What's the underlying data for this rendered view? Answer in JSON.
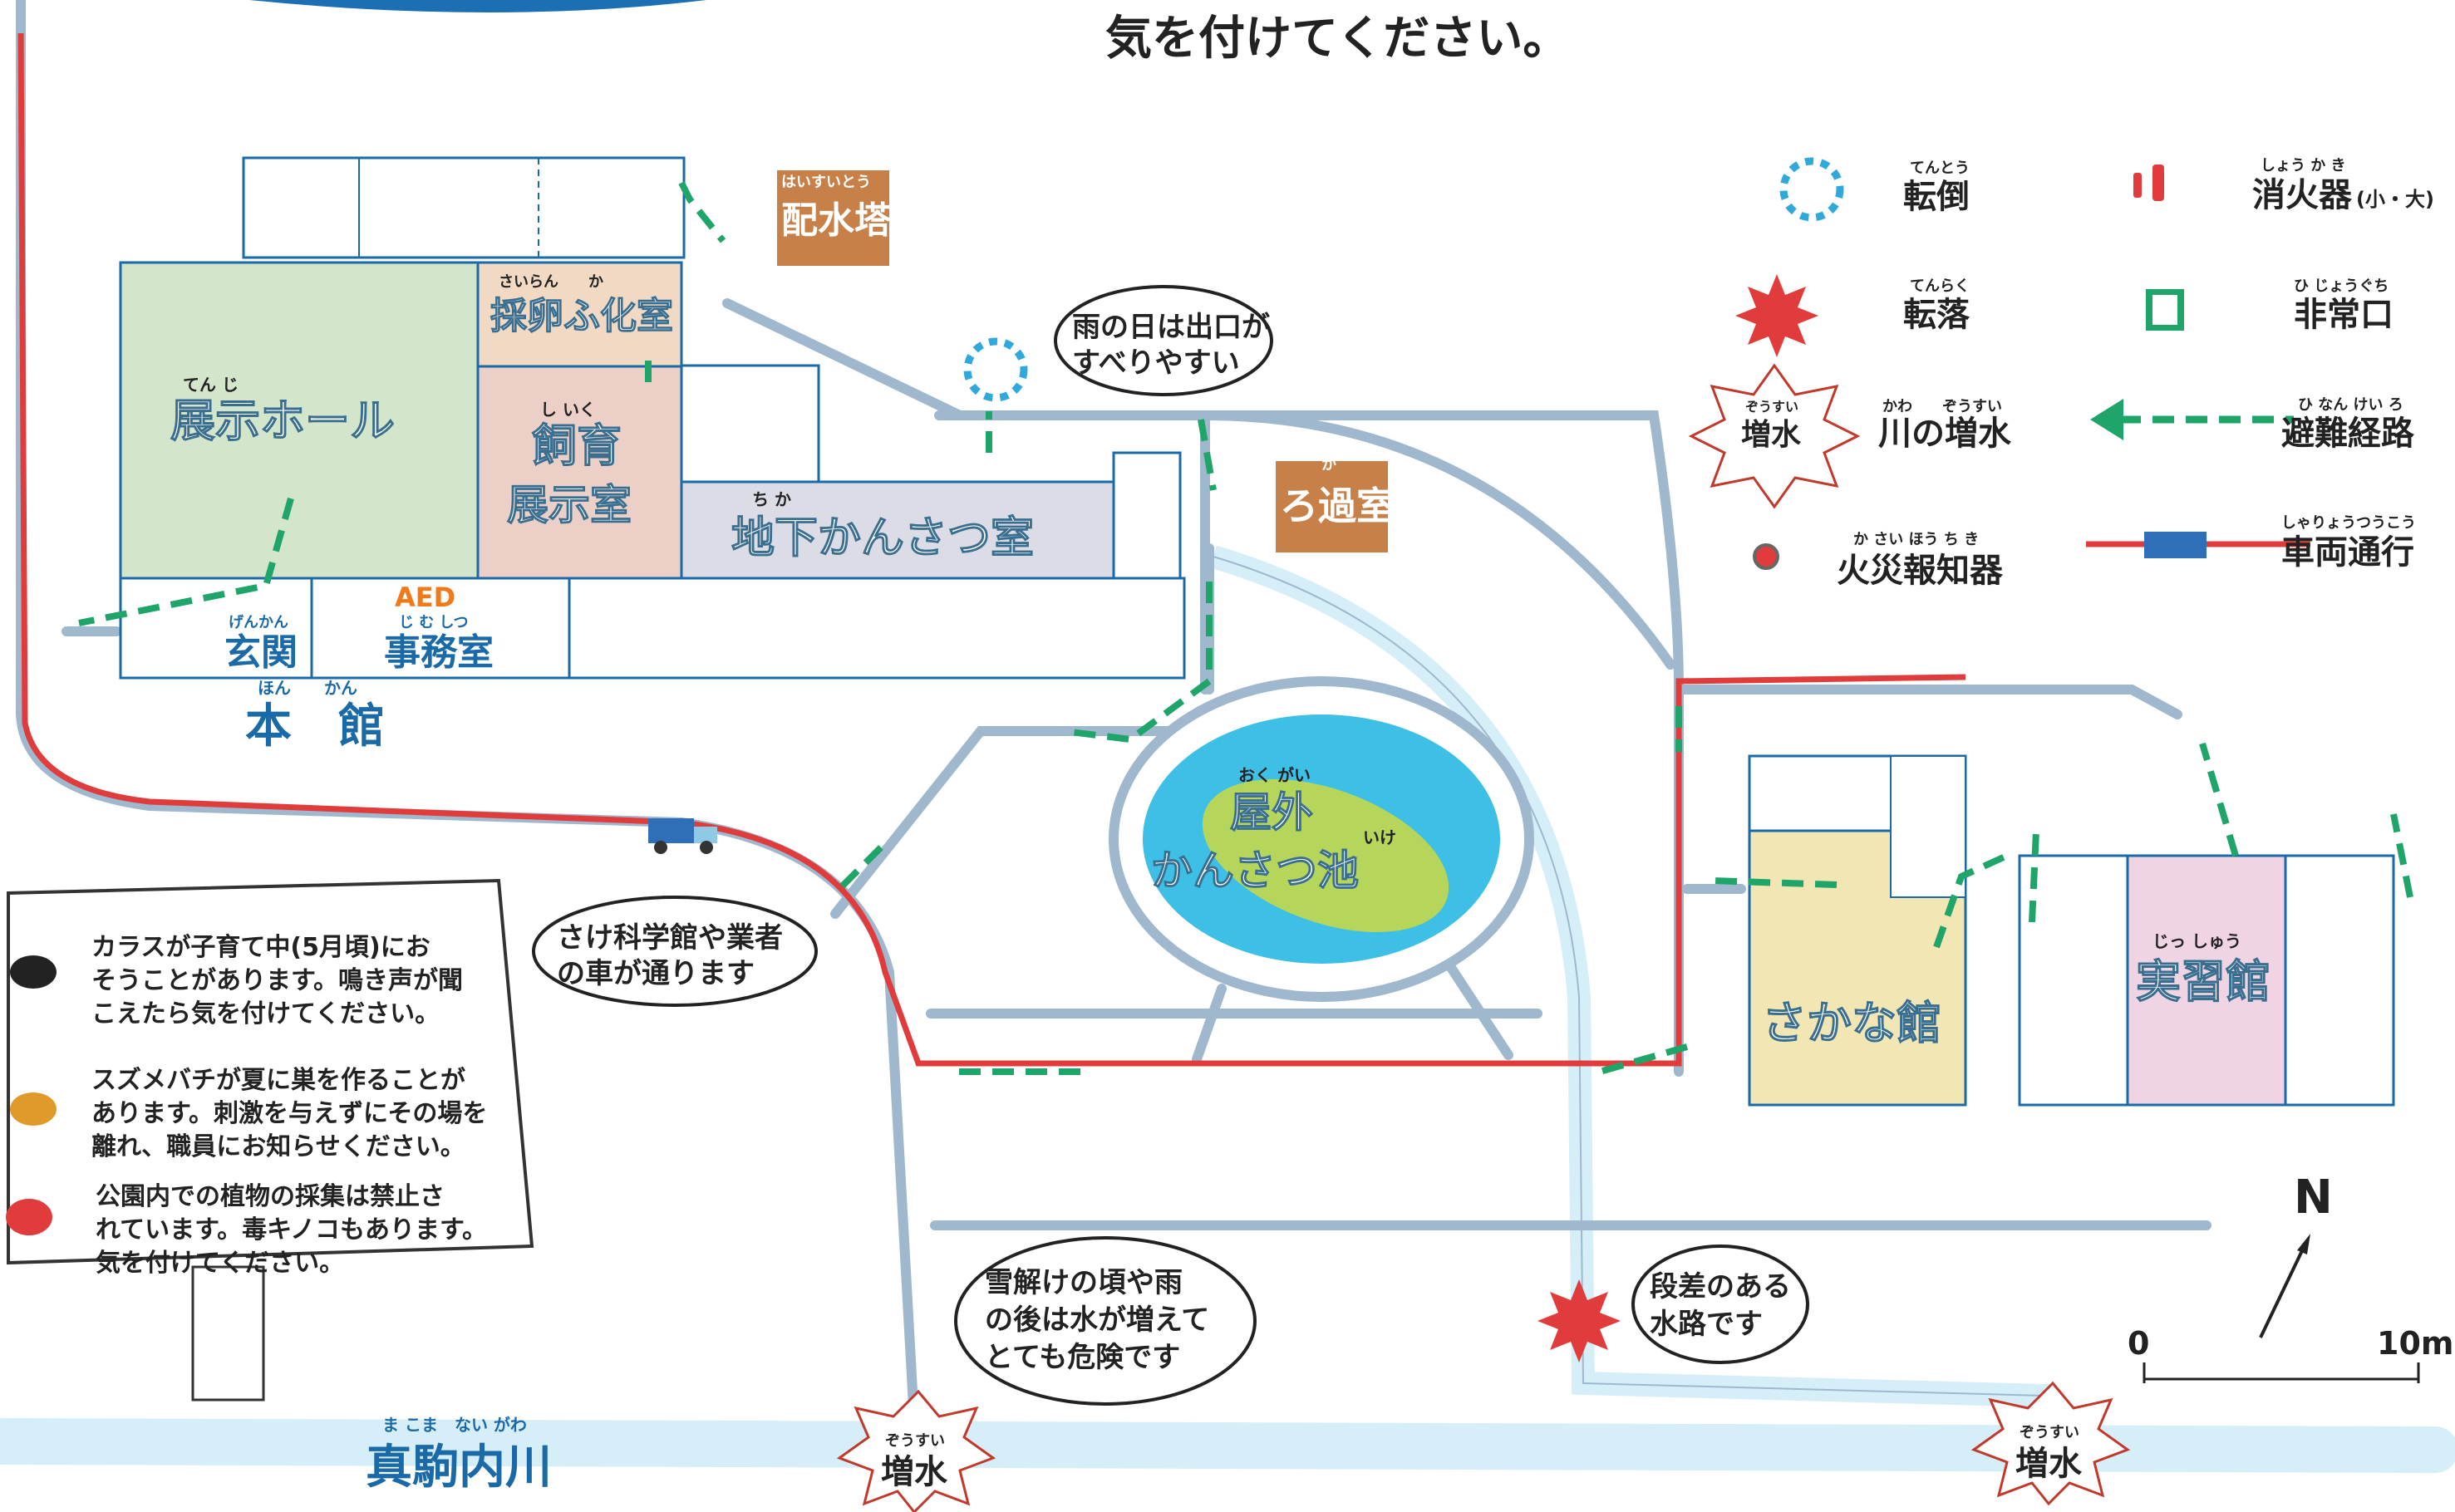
{
  "header": {
    "caution": "気を付けてください。"
  },
  "buildings": {
    "main": {
      "name": "本　館",
      "name_ruby": "ほん　　かん"
    },
    "exhibit_hall": {
      "name": "展示ホール",
      "ruby": "てん じ"
    },
    "egg_room": {
      "name": "採卵ふ化室",
      "ruby": "さいらん　　か"
    },
    "breeding": {
      "line1": "飼育",
      "line2": "展示室",
      "ruby": "し いく"
    },
    "underground": {
      "name": "地下かんさつ室",
      "ruby": "ち か"
    },
    "entrance": {
      "name": "玄関",
      "ruby": "げんかん"
    },
    "office": {
      "name": "事務室",
      "ruby": "じ む しつ"
    },
    "aed": "AED",
    "water_tower": {
      "name": "配水塔",
      "ruby": "はいすいとう"
    },
    "filter_room": {
      "name": "ろ過室",
      "ruby": "か"
    },
    "fish_house": {
      "name": "さかな館"
    },
    "practice_house": {
      "name": "実習館",
      "ruby": "じっ しゅう"
    },
    "pond": {
      "line1": "屋外",
      "line2": "かんさつ池",
      "ruby1": "おく がい",
      "ruby2": "いけ"
    }
  },
  "river": {
    "name": "真駒内川",
    "ruby": "ま こま　ない がわ"
  },
  "notes": {
    "rain_exit": [
      "雨の日は出口が",
      "すべりやすい"
    ],
    "cars": [
      "さけ科学館や業者",
      "の車が通ります"
    ],
    "snowmelt": [
      "雪解けの頃や雨",
      "の後は水が増えて",
      "とても危険です"
    ],
    "step": [
      "段差のある",
      "水路です"
    ]
  },
  "warnings_box": {
    "crow": [
      "カラスが子育て中(5月頃)にお",
      "そうことがあります。鳴き声が聞",
      "こえたら気を付けてください。"
    ],
    "hornet": [
      "スズメバチが夏に巣を作ることが",
      "あります。刺激を与えずにその場を",
      "離れ、職員にお知らせください。"
    ],
    "plants": [
      "公園内での植物の採集は禁止さ",
      "れています。毒キノコもあります。",
      "気を付けてください。"
    ]
  },
  "flood_marks": [
    {
      "label": "増水",
      "ruby": "ぞうすい"
    },
    {
      "label": "増水",
      "ruby": "ぞうすい"
    }
  ],
  "legend": {
    "fall": {
      "label": "転倒",
      "ruby": "てんとう"
    },
    "extinguisher": {
      "label": "消火器",
      "suffix": "(小・大)",
      "ruby": "しょう か き"
    },
    "falling": {
      "label": "転落",
      "ruby": "てんらく"
    },
    "emergency_exit": {
      "label": "非常口",
      "ruby": "ひ じょうぐち"
    },
    "flood_icon": {
      "label": "増水",
      "ruby": "ぞうすい"
    },
    "river_rise": {
      "label": "川の増水",
      "ruby": "かわ　　ぞうすい"
    },
    "evac_route": {
      "label": "避難経路",
      "ruby": "ひ なん けい ろ"
    },
    "fire_alarm": {
      "label": "火災報知器",
      "ruby": "か さい ほう ち き"
    },
    "vehicle": {
      "label": "車両通行",
      "ruby": "しゃりょうつうこう"
    }
  },
  "compass": {
    "north": "N"
  },
  "scale": {
    "zero": "0",
    "ten": "10m"
  },
  "colors": {
    "road": "#9fb8cd",
    "vehicle_route": "#e03c3c",
    "evacuation": "#1fa56a",
    "river": "#d6eef8",
    "building_blue": "#1a6aa8",
    "exhibit_hall": "#d3e6cc",
    "breeding": "#ecd0c8",
    "underground": "#dcdce6",
    "egg_room": "#f1d9c3",
    "fish_house": "#f1e6b4",
    "practice_house": "#f0d4e4",
    "water_tower": "#c78148",
    "pond_water": "#3dbfe6",
    "pond_island": "#b5d65a"
  }
}
